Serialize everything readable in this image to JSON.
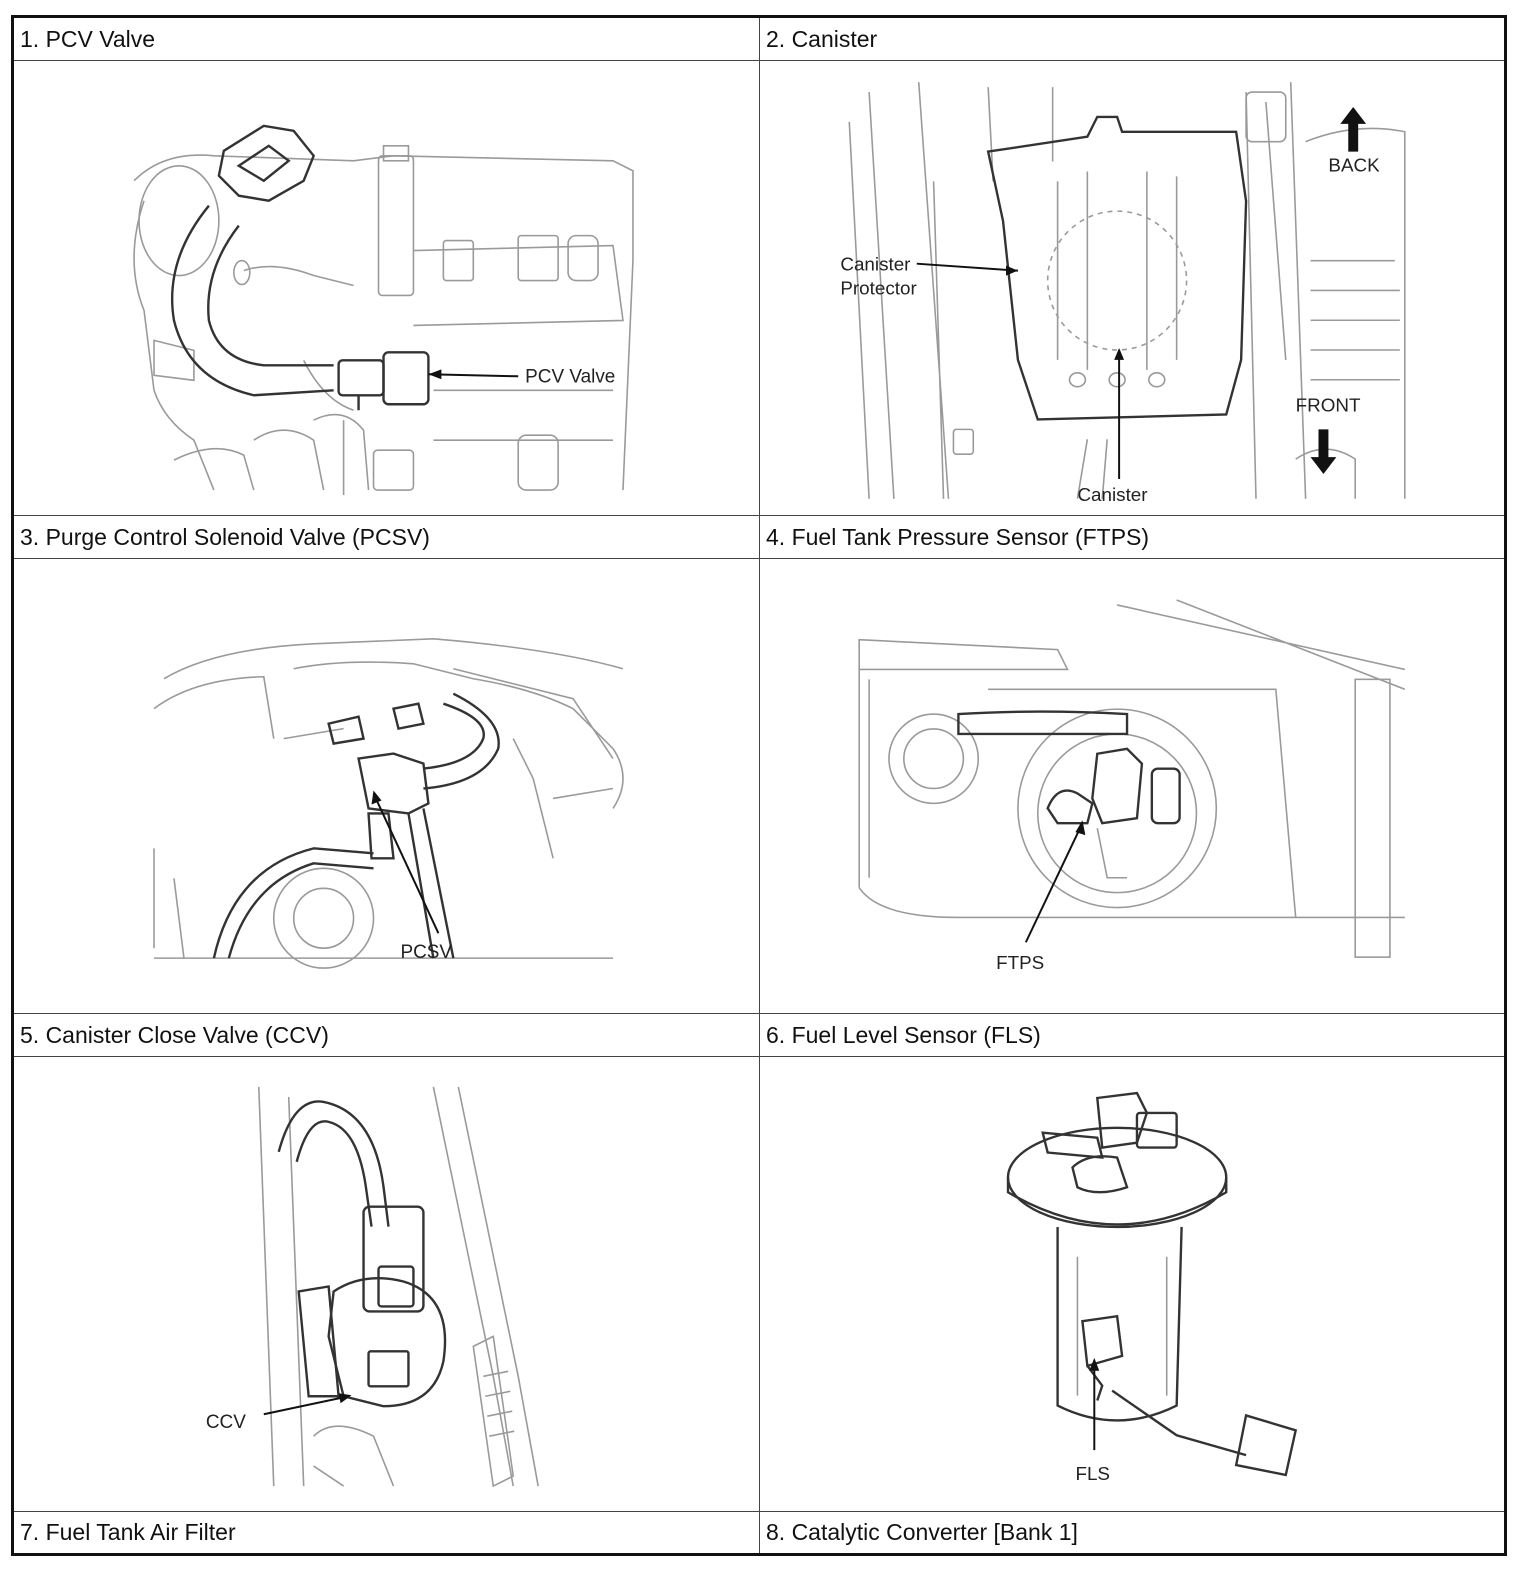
{
  "rows": [
    {
      "left": {
        "title": "1. PCV Valve",
        "callouts": {
          "pcv": "PCV Valve"
        }
      },
      "right": {
        "title": "2. Canister",
        "callouts": {
          "protector_1": "Canister",
          "protector_2": "Protector",
          "canister": "Canister",
          "back": "BACK",
          "front": "FRONT"
        }
      }
    },
    {
      "left": {
        "title": "3. Purge Control Solenoid Valve (PCSV)",
        "callouts": {
          "pcsv": "PCSV"
        }
      },
      "right": {
        "title": "4. Fuel Tank Pressure Sensor (FTPS)",
        "callouts": {
          "ftps": "FTPS"
        }
      }
    },
    {
      "left": {
        "title": "5. Canister Close Valve (CCV)",
        "callouts": {
          "ccv": "CCV"
        }
      },
      "right": {
        "title": "6. Fuel Level Sensor (FLS)",
        "callouts": {
          "fls": "FLS"
        }
      }
    },
    {
      "left": {
        "title": "7. Fuel Tank Air Filter"
      },
      "right": {
        "title": "8. Catalytic Converter [Bank 1]"
      }
    }
  ]
}
